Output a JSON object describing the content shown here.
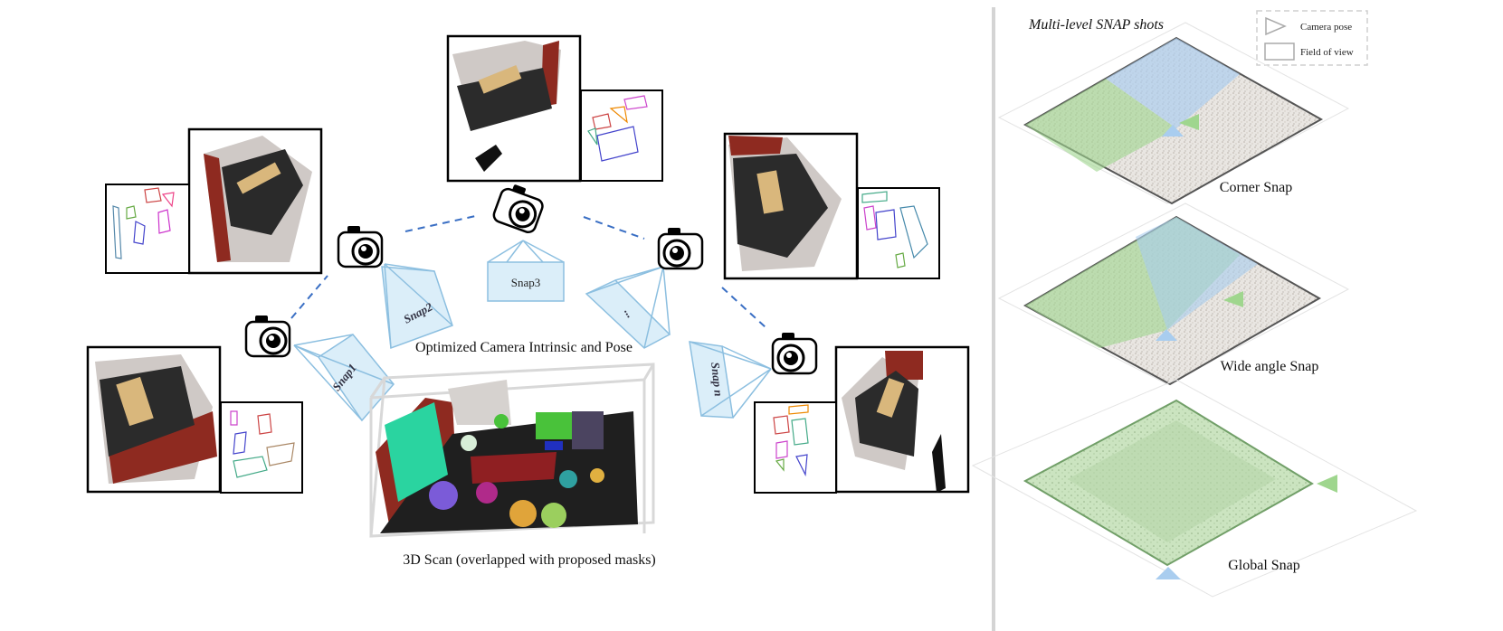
{
  "left_panel": {
    "scan_label": "3D Scan (overlapped with proposed masks)",
    "optim_label": "Optimized Camera Intrinsic and Pose",
    "snaps": [
      "Snap1",
      "Snap2",
      "Snap3",
      "...",
      "Snap n"
    ]
  },
  "right_panel": {
    "title": "Multi-level SNAP shots",
    "legend": {
      "camera_pose": "Camera pose",
      "field_of_view": "Field of view"
    },
    "levels": [
      "Corner Snap",
      "Wide angle Snap",
      "Global Snap"
    ]
  },
  "colors": {
    "snap_frustum": "#8cbfe0",
    "snap_fill": "#dbeef9",
    "fov_green": "#9fd68e",
    "fov_blue": "#a9cdef",
    "dash_line": "#3a6fc4",
    "red_wall": "#8e2a20"
  }
}
